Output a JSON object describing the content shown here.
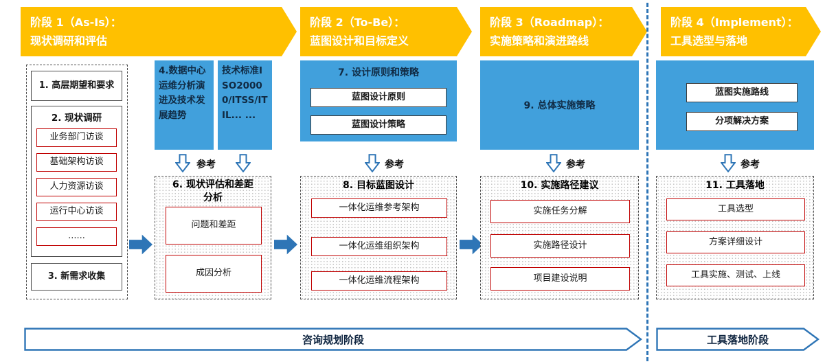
{
  "phases": [
    {
      "line1": "阶段 1（As-Is）：",
      "line2": "现状调研和评估"
    },
    {
      "line1": "阶段 2（To-Be）：",
      "line2": "蓝图设计和目标定义"
    },
    {
      "line1": "阶段 3（Roadmap）：",
      "line2": "实施策略和演进路线"
    },
    {
      "line1": "阶段 4（Implement）：",
      "line2": "工具选型与落地"
    }
  ],
  "reference_label": "参考",
  "as_is": {
    "expectations_box": "1. 高层期望和要求",
    "survey": {
      "title": "2. 现状调研",
      "items": [
        "业务部门访谈",
        "基础架构访谈",
        "人力资源访谈",
        "运行中心访谈",
        "......"
      ]
    },
    "new_requirements_box": "3. 新需求收集",
    "datacenter_trends_box": "4.数据中心运维分析演进及技术发展趋势",
    "standards_box": "技术标准ISO20000/ITSS/ITIL... ...",
    "assessment": {
      "title": "6. 现状评估和差距分析",
      "items": [
        "问题和差距",
        "成因分析"
      ]
    }
  },
  "to_be": {
    "principles": {
      "title": "7. 设计原则和策略",
      "items": [
        "蓝图设计原则",
        "蓝图设计策略"
      ]
    },
    "blueprint": {
      "title": "8. 目标蓝图设计",
      "items": [
        "一体化运维参考架构",
        "一体化运维组织架构",
        "一体化运维流程架构"
      ]
    }
  },
  "roadmap": {
    "strategy_box": "9. 总体实施策略",
    "path": {
      "title": "10. 实施路径建议",
      "items": [
        "实施任务分解",
        "实施路径设计",
        "项目建设说明"
      ]
    }
  },
  "implement": {
    "plan_items": [
      "蓝图实施路线",
      "分项解决方案"
    ],
    "landing": {
      "title": "11. 工具落地",
      "items": [
        "工具选型",
        "方案详细设计",
        "工具实施、测试、上线"
      ]
    }
  },
  "bottom_bars": {
    "consulting": "咨询规划阶段",
    "tooling": "工具落地阶段"
  },
  "colors": {
    "phase_orange": "#FFC000",
    "panel_blue": "#41A0DC",
    "arrow_blue": "#2E75B6",
    "red_border": "#C00000"
  }
}
